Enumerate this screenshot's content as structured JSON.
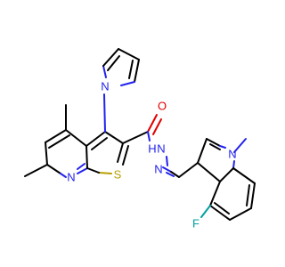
{
  "molecule": {
    "atoms": {
      "n_pyrrole": "N",
      "n_pyridine": "N",
      "s_thiophene": "S",
      "o_carbonyl": "O",
      "n_amide": "N",
      "h_amide": "H",
      "n_hydrazone": "N",
      "n_indole": "N",
      "f_fluoro": "F"
    },
    "colors": {
      "carbon": "#000000",
      "nitrogen": "#2222ee",
      "sulfur": "#b8a000",
      "oxygen": "#e00000",
      "fluorine": "#00a0a0"
    }
  }
}
